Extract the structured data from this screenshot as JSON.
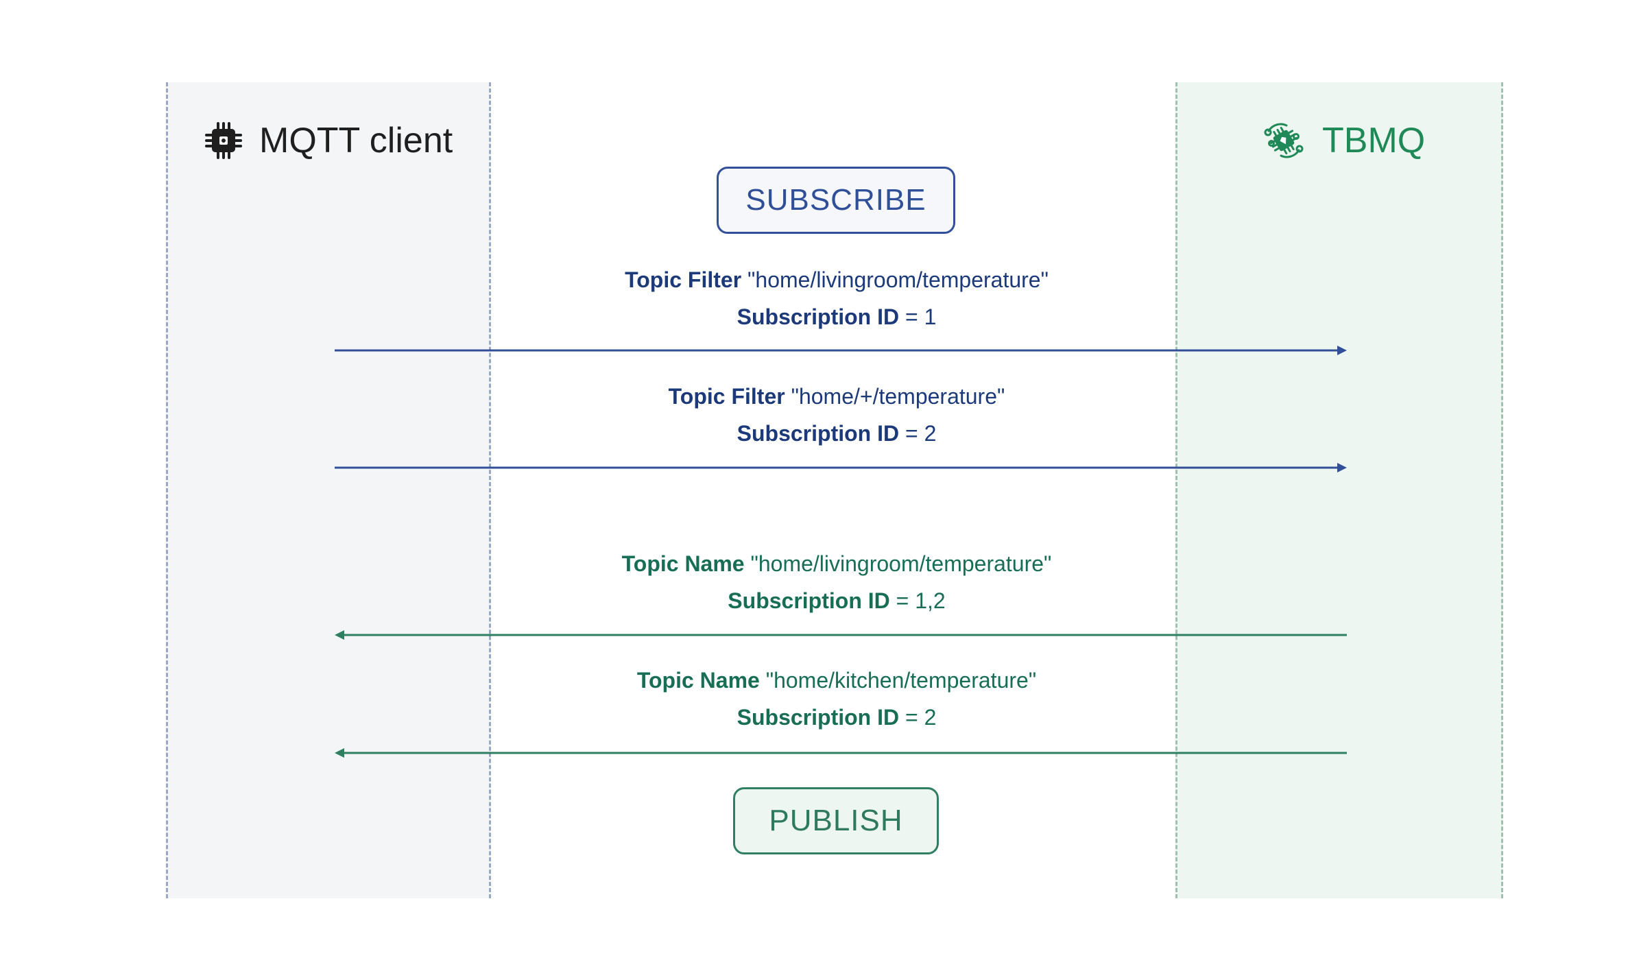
{
  "actors": {
    "client": {
      "label": "MQTT client",
      "icon": "chip-icon"
    },
    "broker": {
      "label": "TBMQ",
      "icon": "tbmq-logo-icon"
    }
  },
  "badges": {
    "subscribe": "SUBSCRIBE",
    "publish": "PUBLISH"
  },
  "messages": [
    {
      "direction": "client-to-broker",
      "key1": "Topic Filter",
      "val1": "\"home/livingroom/temperature\"",
      "key2": "Subscription ID",
      "val2": "= 1"
    },
    {
      "direction": "client-to-broker",
      "key1": "Topic Filter",
      "val1": "\"home/+/temperature\"",
      "key2": "Subscription ID",
      "val2": "= 2"
    },
    {
      "direction": "broker-to-client",
      "key1": "Topic Name",
      "val1": "\"home/livingroom/temperature\"",
      "key2": "Subscription ID",
      "val2": "= 1,2"
    },
    {
      "direction": "broker-to-client",
      "key1": "Topic Name",
      "val1": "\"home/kitchen/temperature\"",
      "key2": "Subscription ID",
      "val2": "= 2"
    }
  ],
  "colors": {
    "subscribe": "#32509a",
    "publish": "#2f7f62",
    "broker_brand": "#1f8a57"
  }
}
